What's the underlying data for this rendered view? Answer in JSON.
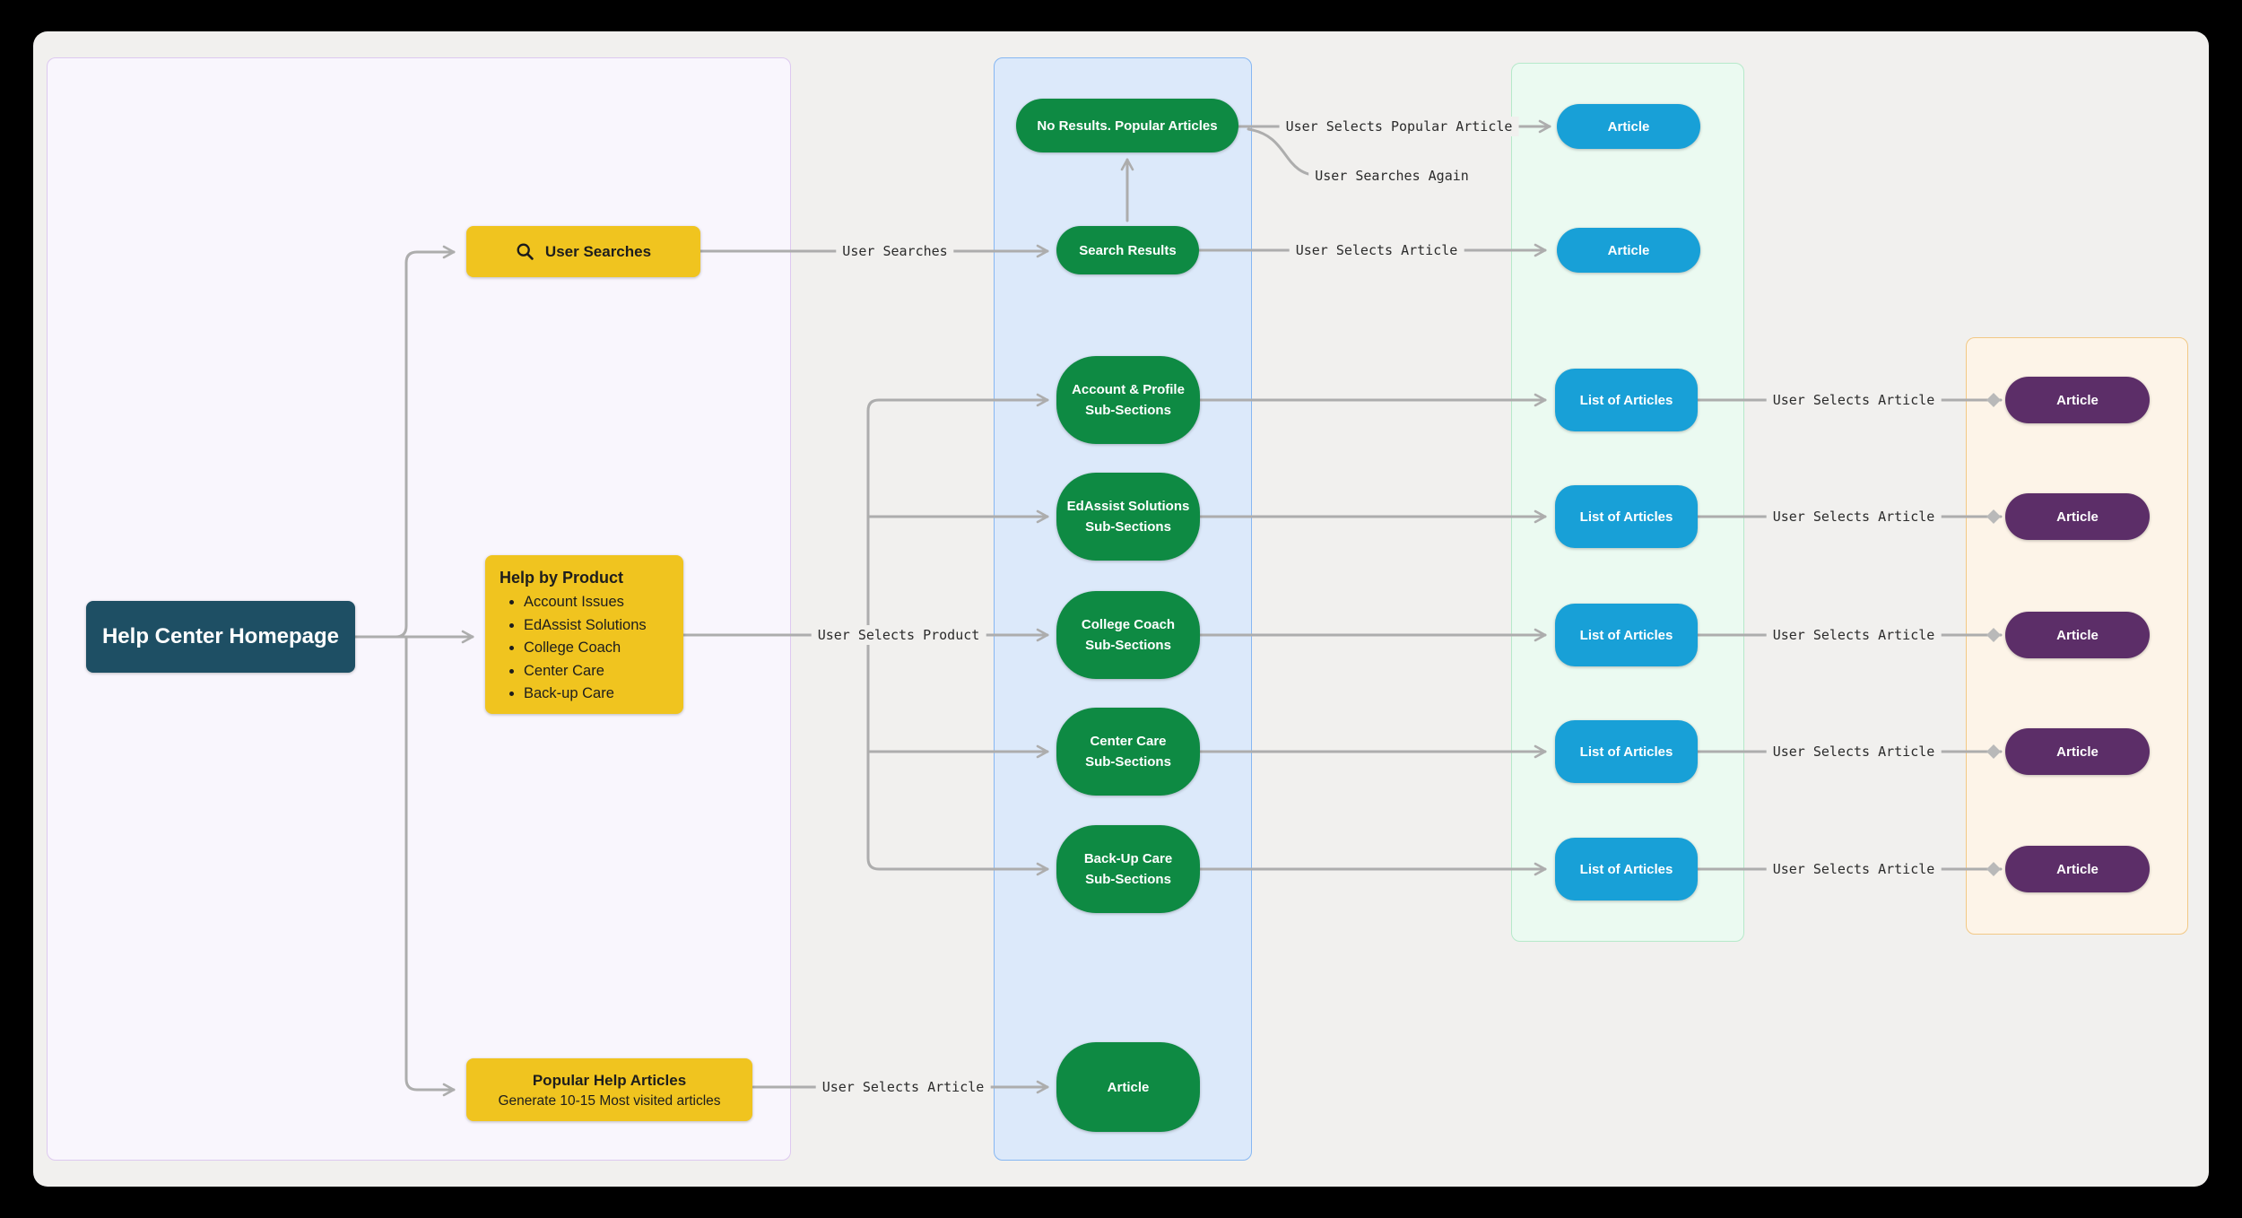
{
  "diagram": {
    "homepage": {
      "label": "Help Center Homepage"
    },
    "user_searches": {
      "label": "User Searches"
    },
    "help_by_product": {
      "title": "Help by Product",
      "items": [
        "Account Issues",
        "EdAssist Solutions",
        "College Coach",
        "Center Care",
        "Back-up Care"
      ]
    },
    "popular_articles": {
      "title": "Popular Help Articles",
      "subtitle": "Generate 10-15 Most visited articles"
    },
    "no_results": {
      "label": "No Results. Popular Articles"
    },
    "search_results": {
      "label": "Search Results"
    },
    "popular_article": {
      "label": "Article"
    },
    "search_article": {
      "label": "Article"
    },
    "direct_article": {
      "label": "Article"
    },
    "rows": [
      {
        "line1": "Account & Profile",
        "line2": "Sub-Sections",
        "list": "List of Articles",
        "article": "Article"
      },
      {
        "line1": "EdAssist Solutions",
        "line2": "Sub-Sections",
        "list": "List of Articles",
        "article": "Article"
      },
      {
        "line1": "College Coach",
        "line2": "Sub-Sections",
        "list": "List of Articles",
        "article": "Article"
      },
      {
        "line1": "Center Care",
        "line2": "Sub-Sections",
        "list": "List of Articles",
        "article": "Article"
      },
      {
        "line1": "Back-Up Care",
        "line2": "Sub-Sections",
        "list": "List of Articles",
        "article": "Article"
      }
    ],
    "labels": {
      "user_searches": "User Searches",
      "user_selects_popular_article": "User Selects Popular Article",
      "user_searches_again": "User Searches Again",
      "user_selects_article": "User Selects Article",
      "user_selects_product": "User Selects Product"
    },
    "colors": {
      "node_teal": "#1e4f64",
      "node_yellow": "#f0c41f",
      "node_green": "#0e8a43",
      "node_blue": "#18a0d7",
      "node_purple": "#5c2e68",
      "edge_gray": "#adadad",
      "canvas_bg": "#f1f0ee",
      "lane_homepage_bg": "#f9f6fd",
      "lane_subsections_bg": "#dce9fa",
      "lane_articles_bg": "#ebfaf1",
      "lane_final_bg": "#fdf4e8"
    }
  }
}
